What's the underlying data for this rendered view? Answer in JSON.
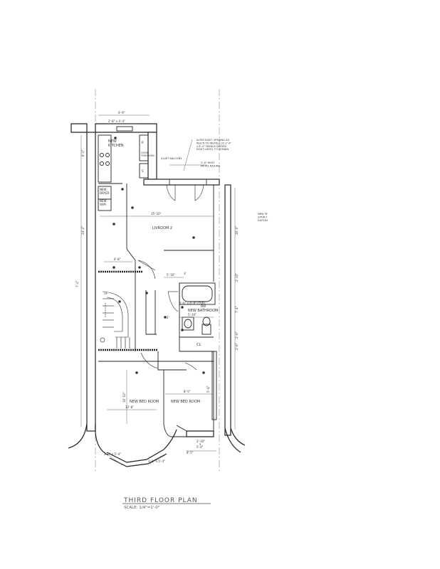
{
  "title": "THIRD FLOOR PLAN",
  "scale": "SCALE: 1/4\"=1'-0\"",
  "rooms": {
    "kitchen": "NEW\nKITCHEN",
    "living": "LIVROOM 2",
    "bath": "NEW BATHROOM",
    "bed_left": "NEW BED ROOM",
    "bed_right": "NEW BED ROOM",
    "dryer": "NEW\nDRYER",
    "wm": "NEW\nW/M",
    "closet": "CL",
    "ref": "R",
    "range": "S",
    "dw": "DW"
  },
  "notes": {
    "opening": "ALTER EXIST OPENING AS\nREQ'D TO INSTALL (2) 2'-4\"\nx 8'-0\" FRENCH DOORS\nEXIST LINTEL TO REMAIN",
    "balcony": "JULIET BALCONY",
    "railing": "2'-6\" HIGH\nMETAL RAILING",
    "stair": "NEW 5F\nSTAIR F\nDUPLEX",
    "up": "UP",
    "cooktop": "COOK-\nTOP/OVEN"
  },
  "dims": {
    "top_width": "6'-9\"",
    "top_sub": "2'-8\" x 4'-4\"",
    "living_width": "15'-10\"",
    "stair_width": "6'-8\"",
    "bath_w1": "5'-10\"",
    "bath_door": "2'-6\" x 6'-8\" (TYP.)",
    "bath_w2": "5'-10\"",
    "bed_width": "12'-8\"",
    "bed_right_w": "8'-5\"",
    "left_height": "16'-10\"",
    "bay1": "3'-0\" x 5'-4\"",
    "bay2": "3'-0\" x 5'-4\"",
    "bay_center": "2'-10\"\nx\n5'-4\"",
    "bottom_right": "8'-5\"",
    "right_total": "16'-0\"",
    "right_mid": "7'-4\"",
    "left_kitchen": "6'-2\"",
    "left_mid": "14'-2\"",
    "left_lower": "7'-2\"",
    "small_3": "3'",
    "small_2": "2'",
    "right_a": "5'-4\"",
    "right_b": "2'-10\"",
    "right_c": "2'-6\"",
    "right_d": "2'-6\""
  }
}
